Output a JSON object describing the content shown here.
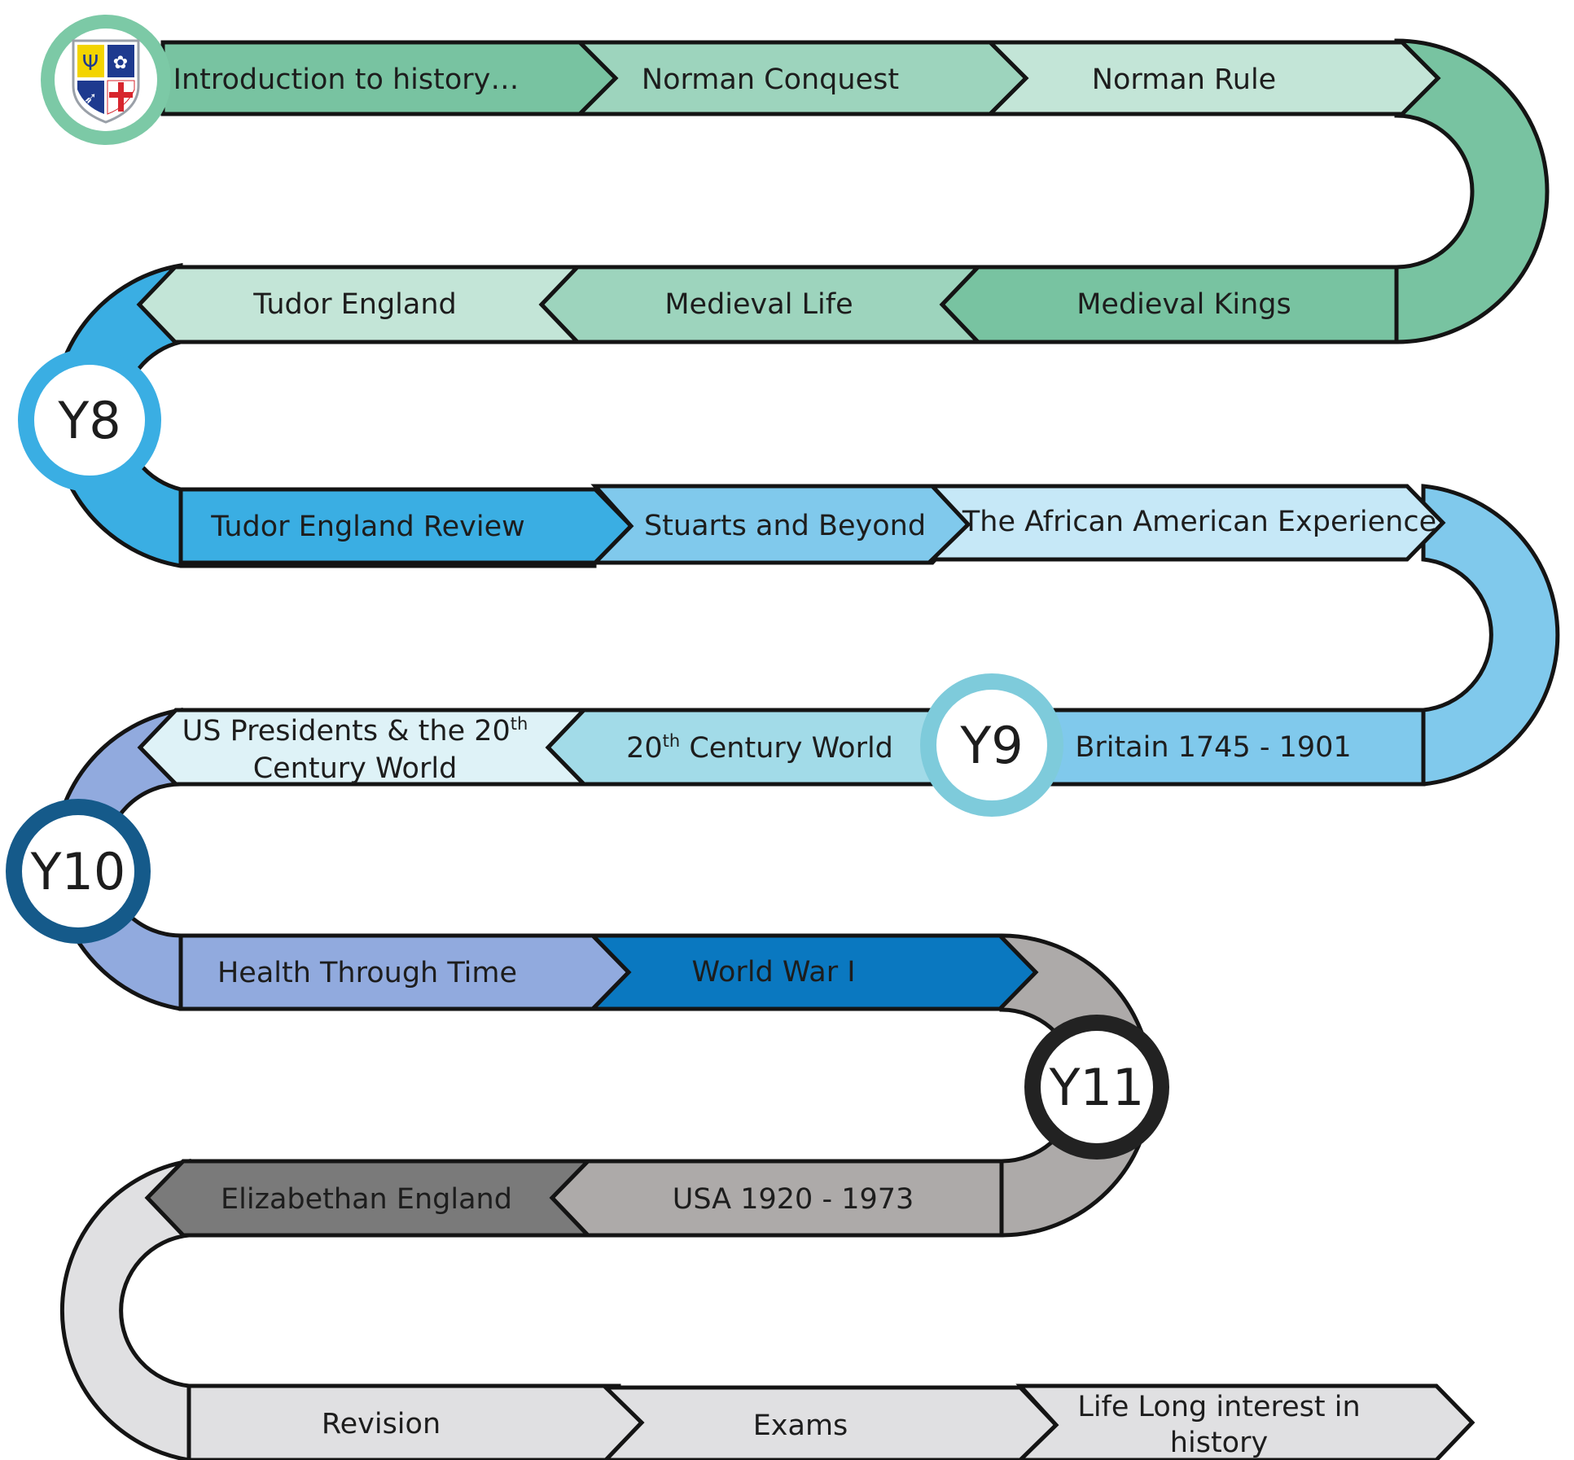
{
  "colors": {
    "outline": "#141414",
    "badge_fill": "#ffffff",
    "text": "#1d1d1d"
  },
  "school_crest": {
    "icon": "school-crest-icon",
    "ring_color": "#7cc9a6",
    "quadrant_colors": [
      "#f3d400",
      "#1e3a8f",
      "#1e3a8f",
      "#d7262e"
    ]
  },
  "rows": [
    {
      "id": "y7-top",
      "segments": [
        {
          "label": "Introduction to history…",
          "fill": "#78c3a1"
        },
        {
          "label": "Norman Conquest",
          "fill": "#9dd4bd"
        },
        {
          "label": "Norman Rule",
          "fill": "#c3e5d7"
        }
      ]
    },
    {
      "id": "y7-bottom",
      "segments": [
        {
          "label": "Medieval Kings",
          "fill": "#78c3a1"
        },
        {
          "label": "Medieval Life",
          "fill": "#9dd4bd"
        },
        {
          "label": "Tudor England",
          "fill": "#c3e5d7"
        }
      ]
    },
    {
      "id": "y8",
      "segments": [
        {
          "label": "Tudor England Review",
          "fill": "#3aaee3"
        },
        {
          "label": "Stuarts and Beyond",
          "fill": "#80c9ec"
        },
        {
          "label": "The African American Experience",
          "fill": "#c6e8f7"
        }
      ]
    },
    {
      "id": "y9",
      "segments": [
        {
          "label": "Britain 1745 - 1901",
          "fill": "#80c9ec"
        },
        {
          "label_before_sup": "20",
          "sup": "th",
          "label_after_sup": " Century World",
          "fill": "#a2dbe8"
        },
        {
          "line1_before_sup": "US Presidents & the 20",
          "sup": "th",
          "line2": "Century World",
          "fill": "#def2f7"
        }
      ]
    },
    {
      "id": "y10",
      "segments": [
        {
          "label": "Health Through Time",
          "fill": "#91aade"
        },
        {
          "label": "World War I",
          "fill": "#0a78c0"
        }
      ]
    },
    {
      "id": "y11",
      "segments": [
        {
          "label": "USA 1920 - 1973",
          "fill": "#adaaa9"
        },
        {
          "label": "Elizabethan England",
          "fill": "#7a7a7a"
        }
      ]
    },
    {
      "id": "final",
      "segments": [
        {
          "label": "Revision",
          "fill": "#e0e0e2"
        },
        {
          "label": "Exams",
          "fill": "#e0e0e2"
        },
        {
          "line1": "Life Long interest in",
          "line2": "history",
          "fill": "#e0e0e2"
        }
      ]
    }
  ],
  "bends": [
    {
      "id": "bend-y7",
      "fill": "#78c3a1"
    },
    {
      "id": "bend-y8-left",
      "fill": "#3aaee3"
    },
    {
      "id": "bend-y8-right",
      "fill": "#80c9ec"
    },
    {
      "id": "bend-y10-left",
      "fill": "#91aade"
    },
    {
      "id": "bend-y11",
      "fill": "#adaaa9"
    },
    {
      "id": "bend-final",
      "fill": "#e0e0e2"
    }
  ],
  "year_badges": [
    {
      "label": "Y8",
      "ring": "#3aaee3"
    },
    {
      "label": "Y9",
      "ring": "#7ecbdb"
    },
    {
      "label": "Y10",
      "ring": "#155a8a"
    },
    {
      "label": "Y11",
      "ring": "#222222"
    }
  ]
}
